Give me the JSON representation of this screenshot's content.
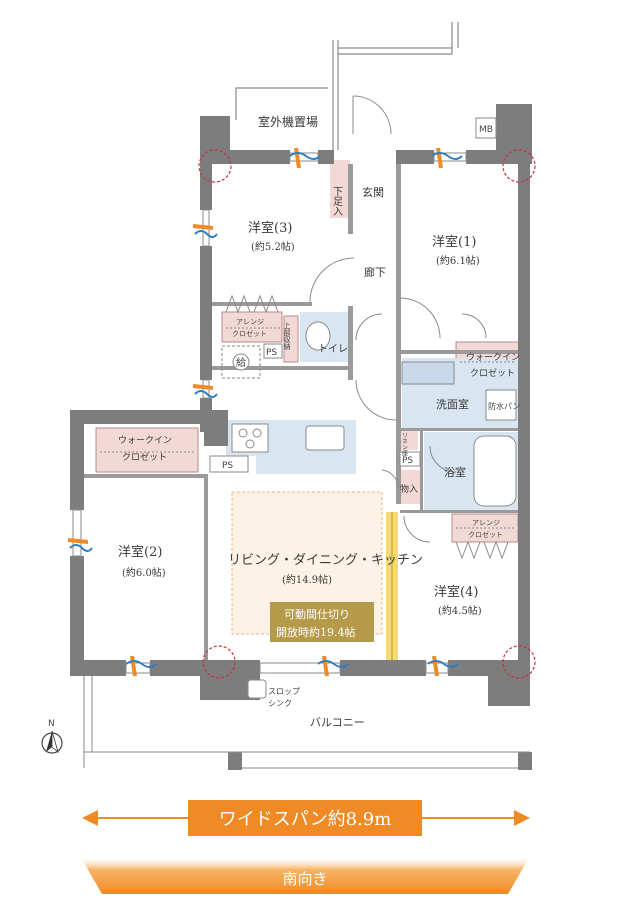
{
  "rooms": {
    "outdoor_unit": "室外機置場",
    "mb": "MB",
    "shoe_closet": "下足入",
    "entrance": "玄関",
    "hallway": "廊下",
    "western3_name": "洋室(3)",
    "western3_size": "(約5.2帖)",
    "western1_name": "洋室(1)",
    "western1_size": "(約6.1帖)",
    "arrange_closet_line1": "アレンジ",
    "arrange_closet_line2": "クロゼット",
    "upper_storage": "上部収納",
    "toilet": "トイレ",
    "ps": "PS",
    "water_heater": "給",
    "wic_line1": "ウォークイン",
    "wic_line2": "クロゼット",
    "washroom": "洗面室",
    "waterproof_pan": "防水パン",
    "linen": "リネン庫",
    "bathroom": "浴室",
    "storage": "物入",
    "ldk_name": "リビング・ダイニング・キッチン",
    "ldk_size": "(約14.9帖)",
    "partition_line1": "可動間仕切り",
    "partition_line2": "開放時約19.4帖",
    "western2_name": "洋室(2)",
    "western2_size": "(約6.0帖)",
    "western4_name": "洋室(4)",
    "western4_size": "(約4.5帖)",
    "slop_sink_line1": "スロップ",
    "slop_sink_line2": "シンク",
    "balcony": "バルコニー",
    "north": "N"
  },
  "banners": {
    "wide_span": "ワイドスパン約8.9m",
    "south_facing": "南向き"
  },
  "colors": {
    "wall": "#7d7d7d",
    "closet_fill": "#f3d9d6",
    "water_fill": "#d9e6f1",
    "ldk_fill": "#fdf2e6",
    "partition": "#f2d35b",
    "orange": "#ef8a24",
    "column_mark": "#c8323c",
    "wind_blue": "#2f7fc0"
  }
}
